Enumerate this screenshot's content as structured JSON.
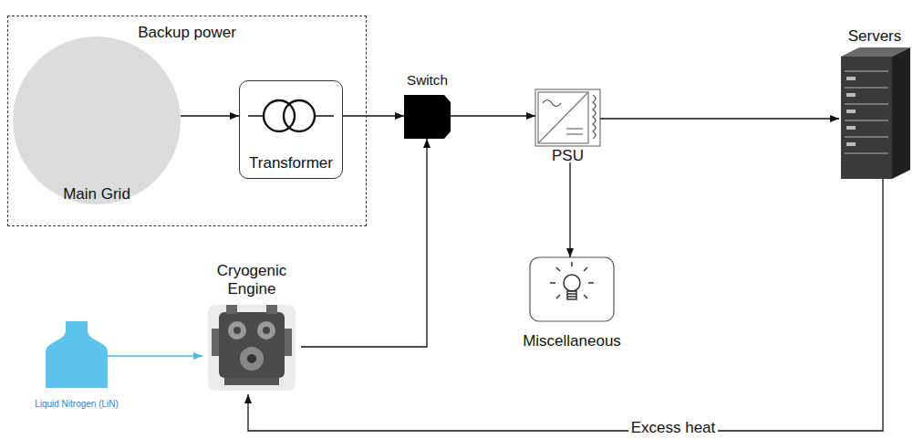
{
  "diagram": {
    "nodes": [
      {
        "text": [
          "Backup power"
        ]
      },
      {
        "text": [
          "Main Grid"
        ],
        "in": 0
      },
      {
        "text": [
          "Transformer"
        ],
        "in": 0
      },
      {
        "text": [
          "Switch"
        ]
      },
      {
        "text": [
          "PSU"
        ]
      },
      {
        "text": [
          "Servers"
        ]
      },
      {
        "text": [
          "Cryogenic Engine"
        ]
      },
      {
        "text": [
          "Miscellaneous"
        ]
      },
      {
        "text": [
          "Liquid Nitrogen (LiN)"
        ]
      }
    ],
    "edges": [
      {
        "from": 1,
        "to": 2,
        "arrow": "to"
      },
      {
        "from": 2,
        "to": 3,
        "arrow": "to"
      },
      {
        "from": 3,
        "to": 4,
        "arrow": "to"
      },
      {
        "from": 4,
        "to": 5,
        "arrow": "to"
      },
      {
        "from": 4,
        "to": 7,
        "arrow": "to"
      },
      {
        "from": 6,
        "to": 3,
        "arrow": "to"
      },
      {
        "from": 8,
        "to": 6,
        "arrow": "to"
      },
      {
        "from": 5,
        "to": 6,
        "label": "Excess heat",
        "arrow": "to"
      }
    ]
  }
}
